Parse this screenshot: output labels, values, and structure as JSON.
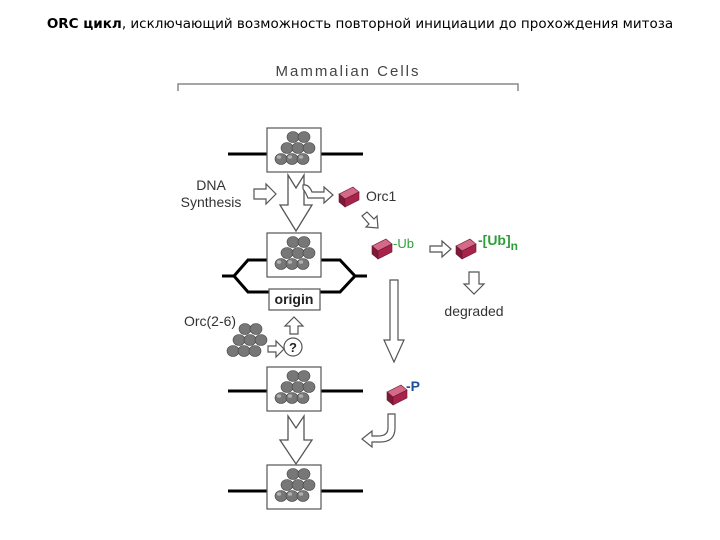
{
  "slide": {
    "title_bold": "ORC цикл",
    "title_rest": ", исключающий возможность повторной инициации до прохождения митоза"
  },
  "diagram": {
    "header": "Mammalian Cells",
    "dna_synthesis_line1": "DNA",
    "dna_synthesis_line2": "Synthesis",
    "orc1": "Orc1",
    "ub": "-Ub",
    "ub_n": "-[Ub]",
    "ub_n_sub": "n",
    "degraded": "degraded",
    "origin": "origin",
    "orc2_6": "Orc(2-6)",
    "question": "?",
    "phospho": "-P"
  },
  "colors": {
    "orc1_protein": "#a8234a",
    "ub_label": "#2e9e3a",
    "phospho_label": "#1f4e9a",
    "complex_fill": "#6e6e6e",
    "arrow_outline": "#555555"
  }
}
